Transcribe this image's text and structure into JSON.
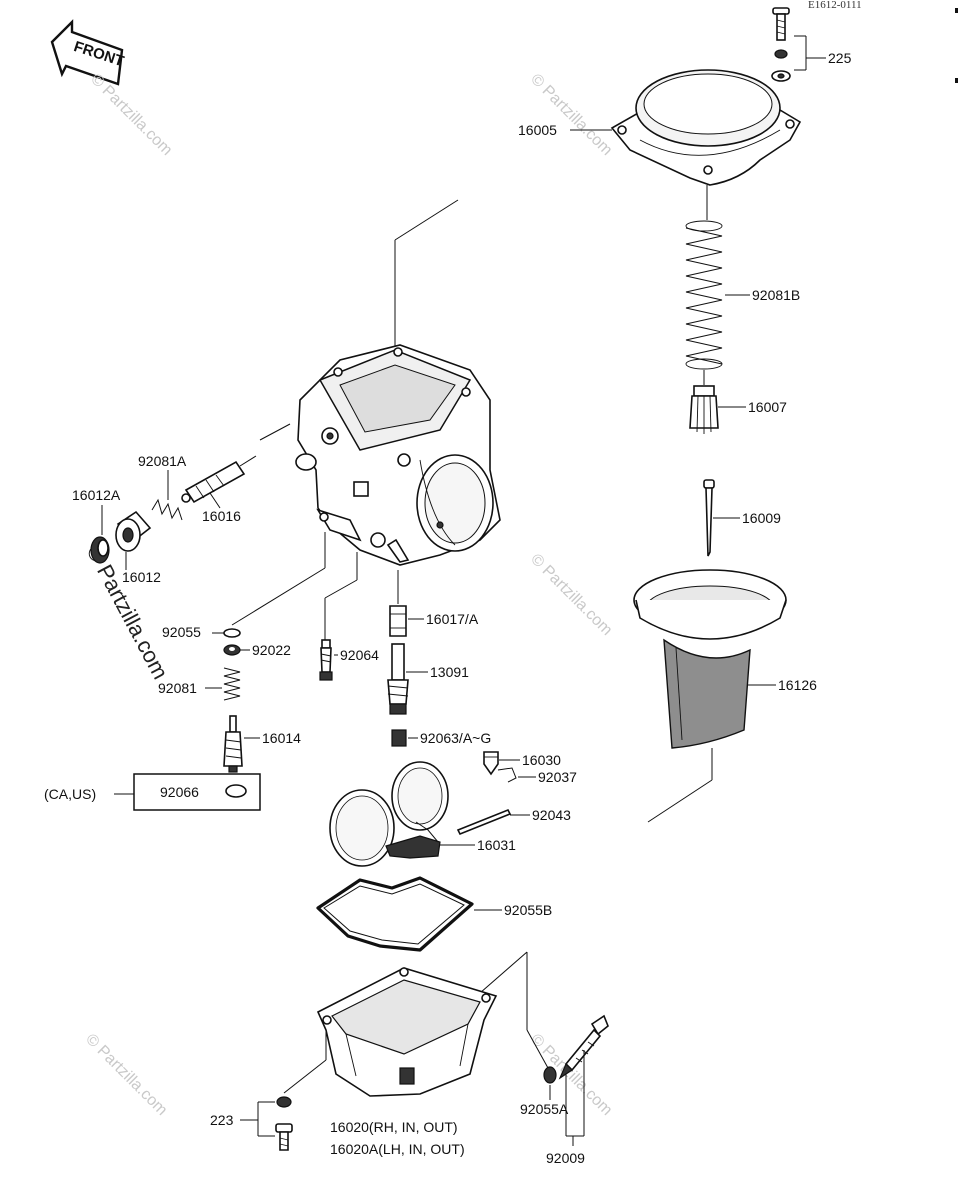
{
  "diagram_code": "E1612-0111",
  "front_label": "FRONT",
  "watermark": "© Partzilla.com",
  "labels": {
    "p225": "225",
    "p16005": "16005",
    "p92081B": "92081B",
    "p16007": "16007",
    "p16009": "16009",
    "p16126": "16126",
    "p92081A": "92081A",
    "p16012A": "16012A",
    "p16016": "16016",
    "p16012": "16012",
    "p92055": "92055",
    "p92022": "92022",
    "p92064": "92064",
    "p16017A": "16017/A",
    "p13091": "13091",
    "p92081": "92081",
    "p16014": "16014",
    "p92063": "92063/A~G",
    "p16030": "16030",
    "p92037": "92037",
    "p92066": "92066",
    "caus": "(CA,US)",
    "p92043": "92043",
    "p16031": "16031",
    "p92055B": "92055B",
    "p223": "223",
    "p16020": "16020(RH, IN, OUT)",
    "p16020A": "16020A(LH, IN, OUT)",
    "p92055A": "92055A",
    "p92009": "92009"
  }
}
